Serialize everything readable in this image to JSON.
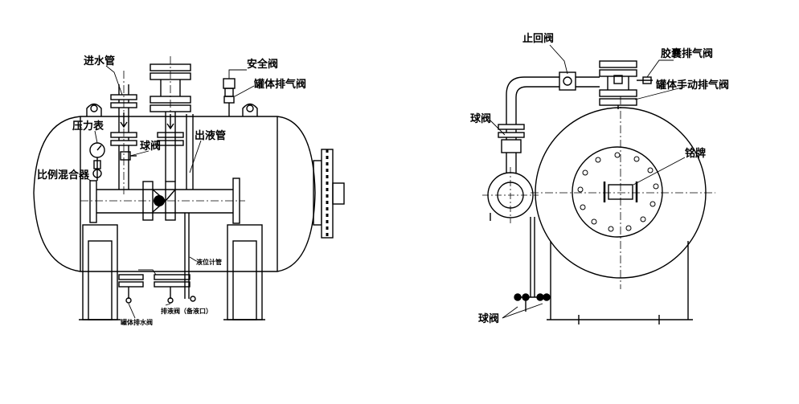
{
  "labels": {
    "inlet_pipe": "进水管",
    "safety_valve": "安全阀",
    "tank_exhaust_valve": "罐体排气阀",
    "pressure_gauge": "压力表",
    "ball_valve_left": "球阀",
    "outlet_pipe": "出液管",
    "proportional_mixer": "比例混合器",
    "level_gauge": "液位计管",
    "tank_drain_valve": "罐体排水阀",
    "drain_valve_note": "排液阀（备液口）",
    "check_valve": "止回阀",
    "bladder_exhaust_valve": "胶囊排气阀",
    "tank_manual_exhaust_valve": "罐体手动排气阀",
    "ball_valve_right": "球阀",
    "nameplate": "铭牌",
    "ball_valve_bottom": "球阀"
  },
  "colors": {
    "line": "#000000",
    "background": "#ffffff"
  }
}
